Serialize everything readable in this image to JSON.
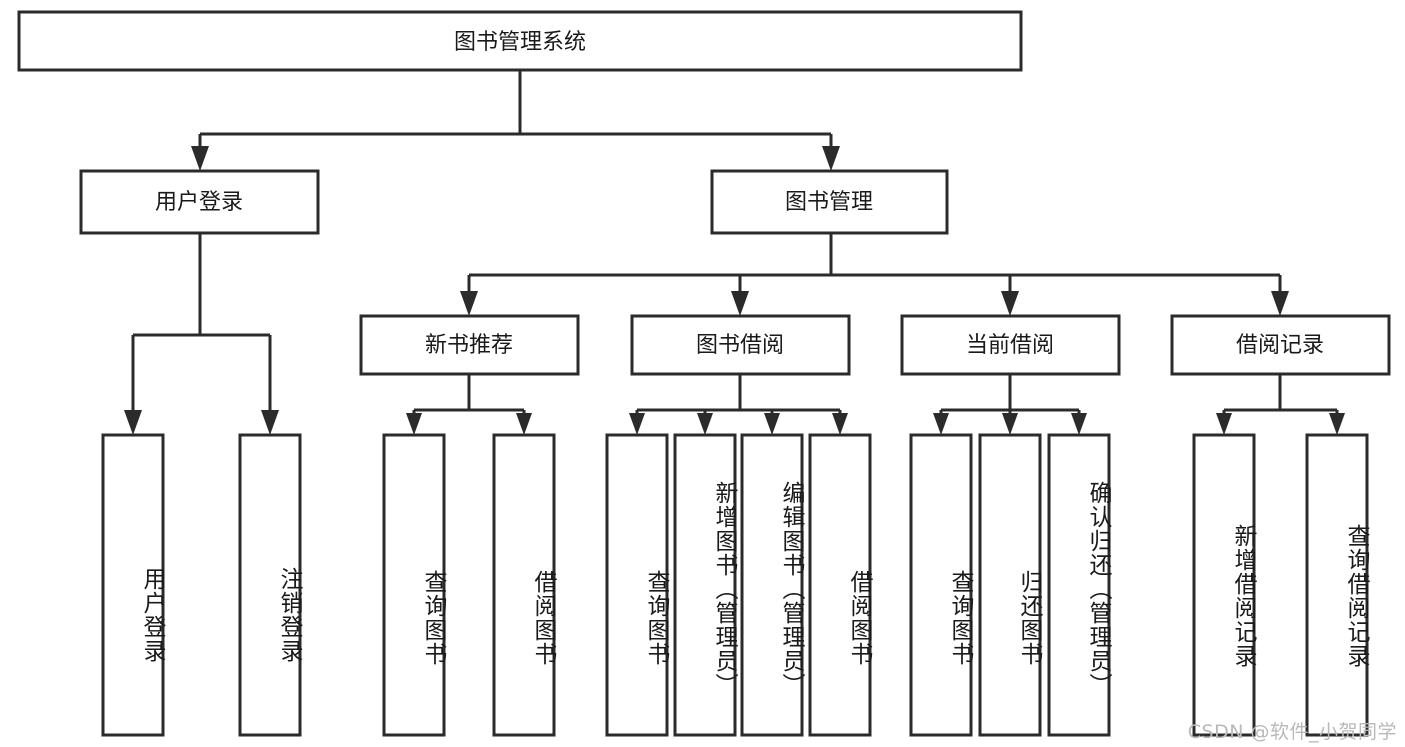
{
  "diagram": {
    "type": "hierarchy-tree",
    "title": "图书管理系统",
    "watermark": "CSDN @软件_小贺同学",
    "colors": {
      "stroke": "#2b2b2b",
      "box_fill": "#ffffff",
      "text": "#1a1a1a",
      "background": "#ffffff",
      "watermark": "#b9b9b9"
    },
    "levels": {
      "root": {
        "label": "图书管理系统"
      },
      "level2": [
        {
          "id": "user-login",
          "label": "用户登录"
        },
        {
          "id": "book-manage",
          "label": "图书管理"
        }
      ],
      "level3": [
        {
          "id": "new-book-recommend",
          "label": "新书推荐",
          "parent": "book-manage"
        },
        {
          "id": "book-borrow",
          "label": "图书借阅",
          "parent": "book-manage"
        },
        {
          "id": "current-borrow",
          "label": "当前借阅",
          "parent": "book-manage"
        },
        {
          "id": "borrow-record",
          "label": "借阅记录",
          "parent": "book-manage"
        }
      ],
      "leaves": [
        {
          "id": "leaf-user-login",
          "label": "用户登录",
          "parent": "user-login"
        },
        {
          "id": "leaf-logout-login",
          "label": "注销登录",
          "parent": "user-login"
        },
        {
          "id": "leaf-query-book-1",
          "label": "查询图书",
          "parent": "new-book-recommend"
        },
        {
          "id": "leaf-borrow-book-1",
          "label": "借阅图书",
          "parent": "new-book-recommend"
        },
        {
          "id": "leaf-query-book-2",
          "label": "查询图书",
          "parent": "book-borrow"
        },
        {
          "id": "leaf-add-book",
          "label": "新增图书（管理员）",
          "parent": "book-borrow"
        },
        {
          "id": "leaf-edit-book",
          "label": "编辑图书（管理员）",
          "parent": "book-borrow"
        },
        {
          "id": "leaf-borrow-book-2",
          "label": "借阅图书",
          "parent": "book-borrow"
        },
        {
          "id": "leaf-query-book-3",
          "label": "查询图书",
          "parent": "current-borrow"
        },
        {
          "id": "leaf-return-book",
          "label": "归还图书",
          "parent": "current-borrow"
        },
        {
          "id": "leaf-confirm-return",
          "label": "确认归还（管理员）",
          "parent": "current-borrow"
        },
        {
          "id": "leaf-add-record",
          "label": "新增借阅记录",
          "parent": "borrow-record"
        },
        {
          "id": "leaf-query-record",
          "label": "查询借阅记录",
          "parent": "borrow-record"
        }
      ]
    }
  }
}
